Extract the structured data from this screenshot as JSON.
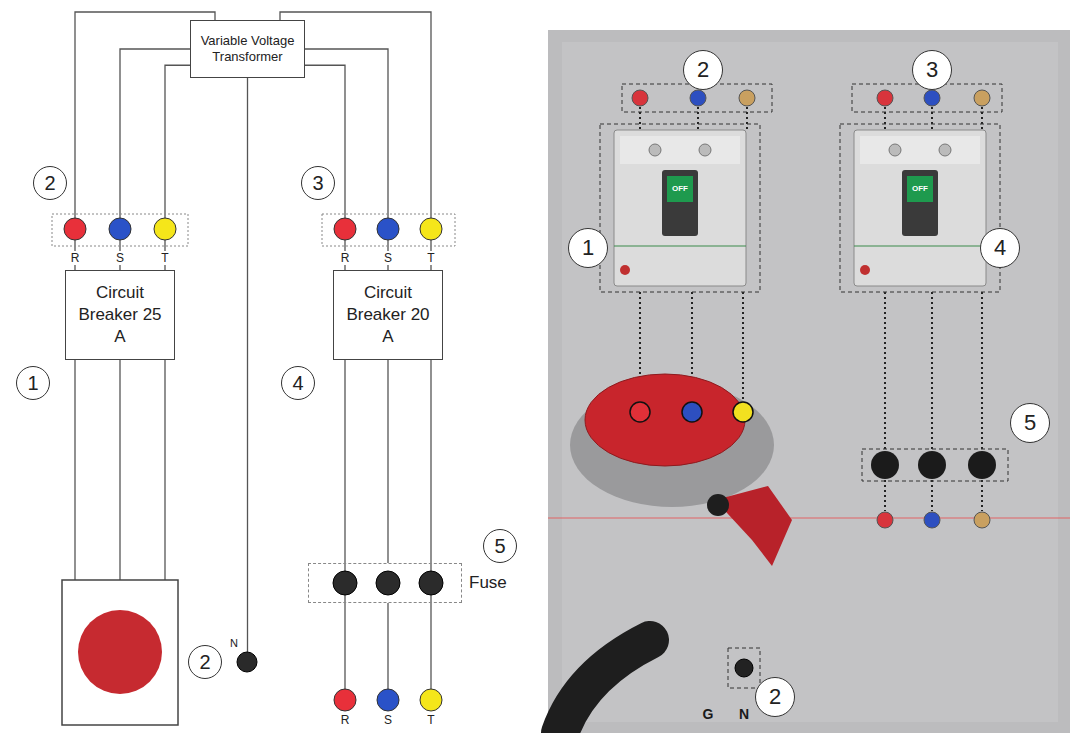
{
  "diagram": {
    "nodes": [
      {
        "text": [
          "Variable Voltage Transformer"
        ]
      },
      {
        "text": [
          "Circuit Breaker 25 A"
        ]
      },
      {
        "text": [
          "Circuit Breaker 20 A"
        ]
      },
      {
        "text": [
          "Fuse"
        ]
      }
    ],
    "edges": [
      {
        "from": 0,
        "to": 1,
        "arrow": "none"
      },
      {
        "from": 0,
        "to": 2,
        "arrow": "none"
      },
      {
        "from": 2,
        "to": 3,
        "arrow": "none"
      }
    ],
    "labels": [
      "2",
      "R",
      "S",
      "T",
      "1",
      "3",
      "R",
      "S",
      "T",
      "4",
      "5",
      "2",
      "N",
      "R",
      "S",
      "T",
      "2",
      "3",
      "OFF",
      "1",
      "OFF",
      "4",
      "5",
      "G",
      "N",
      "2"
    ]
  }
}
